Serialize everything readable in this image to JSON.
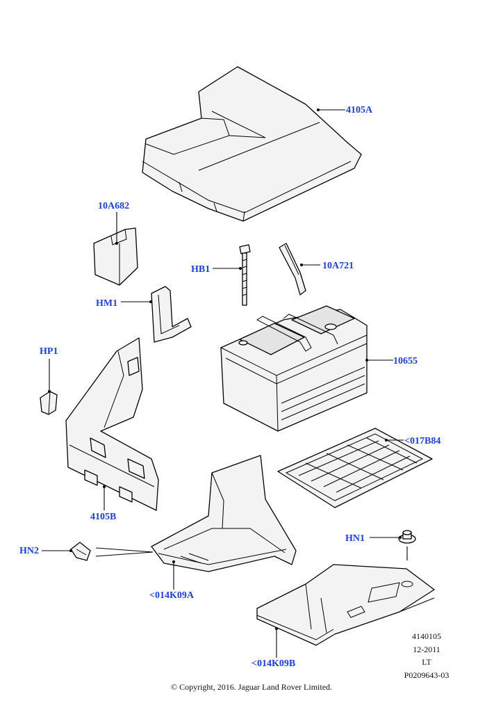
{
  "callouts": {
    "c4105A": "4105A",
    "c10A682": "10A682",
    "cHB1": "HB1",
    "c10A721": "10A721",
    "cHM1": "HM1",
    "c10655": "10655",
    "cHP1": "HP1",
    "c017B84": "<017B84",
    "c4105B": "4105B",
    "cHN1": "HN1",
    "cHN2": "HN2",
    "c014K09A": "<014K09A",
    "c014K09B": "<014K09B"
  },
  "reference": {
    "line1": "4140105",
    "line2": "12-2011",
    "line3": "LT",
    "line4": "P0209643-03"
  },
  "copyright": "© Copyright, 2016. Jaguar Land Rover Limited.",
  "colors": {
    "callout": "#1c3fd6",
    "line": "#000000"
  }
}
